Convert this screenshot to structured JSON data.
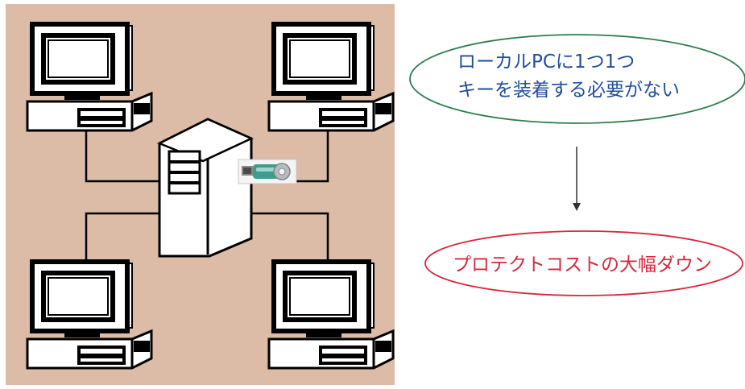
{
  "colors": {
    "network_background": "#dcbba7",
    "device_fill": "#ffffff",
    "device_stroke": "#000000",
    "benefit_ellipse_stroke": "#2e7d4f",
    "benefit_text": "#1f4e9e",
    "result_ellipse_stroke": "#d6283d",
    "result_text": "#d6283d"
  },
  "network": {
    "clients": [
      "pc-icon",
      "pc-icon",
      "pc-icon",
      "pc-icon"
    ],
    "server": "server-icon",
    "license_key": "usb-key-icon"
  },
  "benefit": {
    "line1": "ローカルPCに1つ1つ",
    "line2": "キーを装着する必要がない"
  },
  "result": {
    "text": "プロテクトコストの大幅ダウン"
  }
}
